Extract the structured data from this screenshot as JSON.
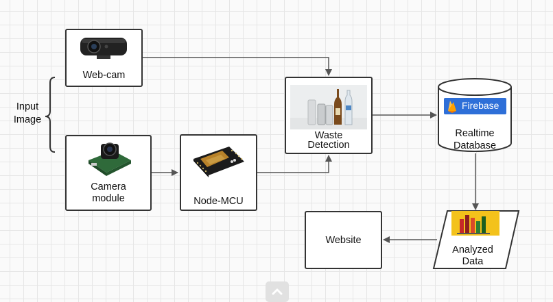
{
  "diagram": {
    "input_label": [
      "Input",
      "Image"
    ],
    "nodes": {
      "webcam": {
        "lines": [
          "Web-cam"
        ]
      },
      "camera_module": {
        "lines": [
          "Camera",
          "module"
        ]
      },
      "node_mcu": {
        "lines": [
          "Node-MCU"
        ]
      },
      "waste_detection": {
        "lines": [
          "Waste",
          "Detection"
        ]
      },
      "database": {
        "lines": [
          "Realtime",
          "Database"
        ],
        "logo_text": "Firebase"
      },
      "analyzed_data": {
        "lines": [
          "Analyzed",
          "Data"
        ]
      },
      "website": {
        "lines": [
          "Website"
        ]
      }
    },
    "edges": [
      {
        "from": "webcam",
        "to": "waste_detection"
      },
      {
        "from": "camera_module",
        "to": "node_mcu"
      },
      {
        "from": "node_mcu",
        "to": "waste_detection"
      },
      {
        "from": "waste_detection",
        "to": "database"
      },
      {
        "from": "database",
        "to": "analyzed_data"
      },
      {
        "from": "analyzed_data",
        "to": "website"
      }
    ],
    "colors": {
      "stroke": "#333333",
      "arrow": "#555555",
      "firebase": "#2e6fd8"
    }
  }
}
